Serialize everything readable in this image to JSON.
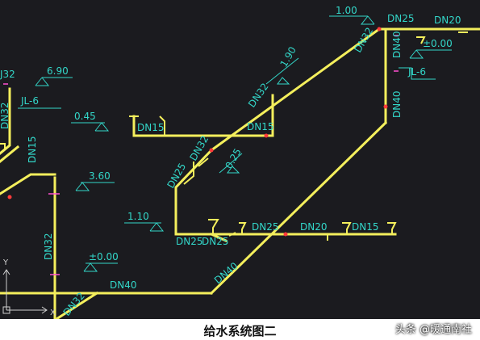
{
  "diagram": {
    "elevations": {
      "e100": "1.00",
      "e690": "6.90",
      "e045": "0.45",
      "e190": "1.90",
      "e025": "0.25",
      "e360": "3.60",
      "e110": "1.10",
      "e000a": "±0.00",
      "e000b": "±0.00"
    },
    "risers": {
      "jl6_right": "JL-6",
      "jl6_left": "JL-6",
      "j32": "J32"
    },
    "pipe_sizes": {
      "dn25_top": "DN25",
      "dn20_top": "DN20",
      "dn40_top_vert": "DN40",
      "dn32_top_diag": "DN32",
      "dn40_right_vert": "DN40",
      "dn32_mid_diag": "DN32",
      "dn15_mid": "DN15",
      "dn15_upper": "DN15",
      "dn32_center": "DN32",
      "dn25_center": "DN25",
      "dn25_lower": "DN25",
      "dn25_lower2": "DN25",
      "dn25_low_h": "DN25",
      "dn20_low_h": "DN20",
      "dn15_low_h": "DN15",
      "dn40_diag_bottom": "DN40",
      "dn40_bottom": "DN40",
      "dn32_left_vert": "DN32",
      "dn32_left_vert2": "DN32",
      "dn32_bottom": "DN32",
      "dn15_left": "DN15"
    },
    "axis": {
      "y": "Y",
      "x": "X"
    }
  },
  "caption": "给水系统图二",
  "watermark": "头条 @暖通南社",
  "colors": {
    "pipe": "#f4ef5c",
    "annotation": "#33d7c9",
    "background": "#1b1b1f",
    "node": "#ff3b3b"
  }
}
